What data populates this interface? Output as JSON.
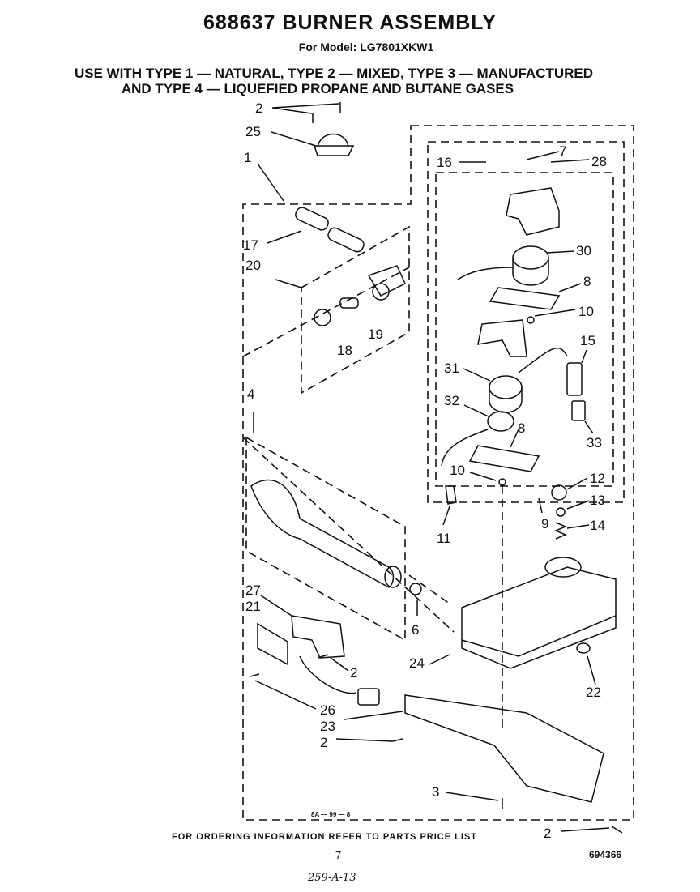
{
  "header": {
    "title": "688637 BURNER ASSEMBLY",
    "model": "For Model: LG7801XKW1",
    "use_line1": "USE WITH TYPE 1 — NATURAL, TYPE 2 — MIXED, TYPE 3 — MANUFACTURED",
    "use_line2": "AND TYPE 4 — LIQUEFIED PROPANE AND BUTANE GASES"
  },
  "footer": {
    "ordering_info": "FOR ORDERING INFORMATION REFER TO PARTS PRICE LIST",
    "page_number": "7",
    "part_number": "694366",
    "handwritten_note": "259-A-13",
    "drawing_code": "8A — 99 — 8"
  },
  "callouts": {
    "c2_top": "2",
    "c25": "25",
    "c1": "1",
    "c17": "17",
    "c20": "20",
    "c18": "18",
    "c19": "19",
    "c16": "16",
    "c7": "7",
    "c28": "28",
    "c30": "30",
    "c8_top": "8",
    "c10_top": "10",
    "c15": "15",
    "c31": "31",
    "c32": "32",
    "c8_mid": "8",
    "c33": "33",
    "c10_mid": "10",
    "c12": "12",
    "c13": "13",
    "c9": "9",
    "c14": "14",
    "c11": "11",
    "c4": "4",
    "c27": "27",
    "c21": "21",
    "c6": "6",
    "c2_mid": "2",
    "c24": "24",
    "c22": "22",
    "c26": "26",
    "c23": "23",
    "c2_low": "2",
    "c3": "3",
    "c2_bottom": "2"
  }
}
